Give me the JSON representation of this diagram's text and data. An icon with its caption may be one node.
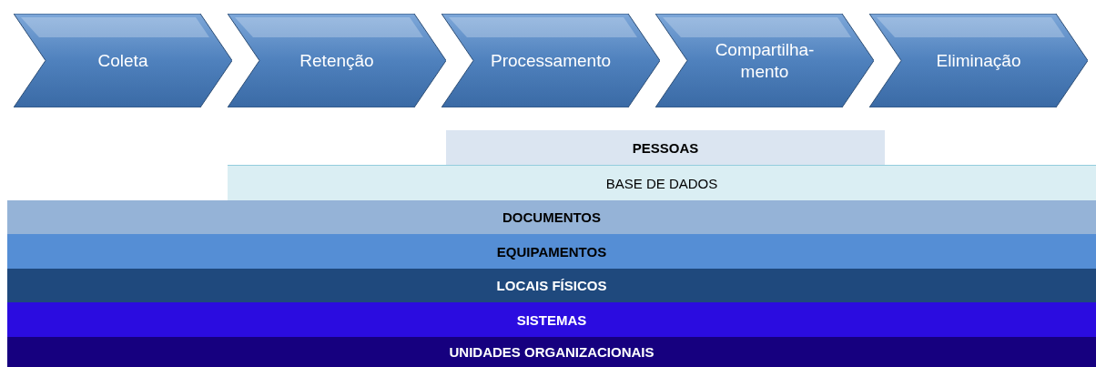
{
  "diagram": {
    "nodes": [
      {
        "text": [
          "Coleta"
        ]
      },
      {
        "text": [
          "Retenção"
        ]
      },
      {
        "text": [
          "Processamento"
        ]
      },
      {
        "text": [
          "Compartilha-mento"
        ]
      },
      {
        "text": [
          "Eliminação"
        ]
      },
      {
        "text": [
          "PESSOAS"
        ]
      },
      {
        "text": [
          "BASE DE DADOS"
        ]
      },
      {
        "text": [
          "DOCUMENTOS"
        ]
      },
      {
        "text": [
          "EQUIPAMENTOS"
        ]
      },
      {
        "text": [
          "LOCAIS FÍSICOS"
        ]
      },
      {
        "text": [
          "SISTEMAS"
        ]
      },
      {
        "text": [
          "UNIDADES ORGANIZACIONAIS"
        ]
      }
    ],
    "edges": []
  }
}
